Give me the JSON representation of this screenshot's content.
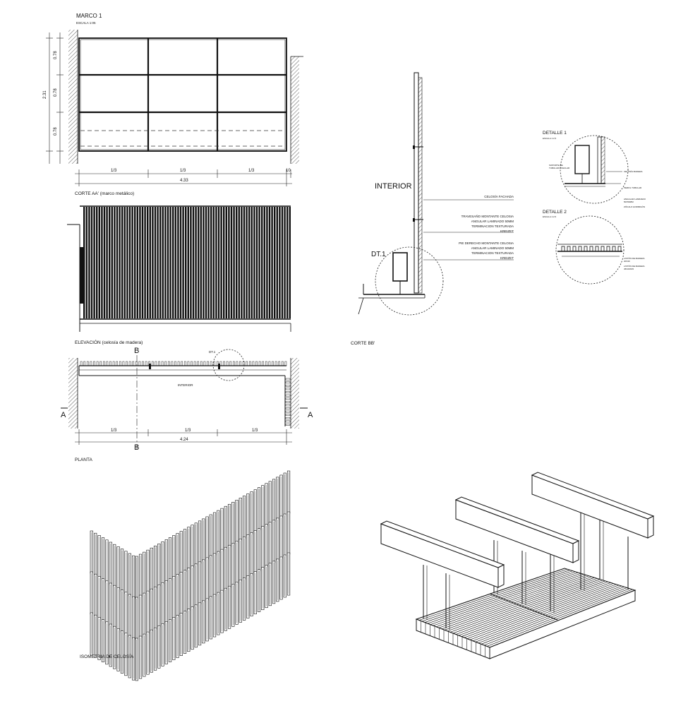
{
  "labels": {
    "marco_title": "MARCO 1",
    "marco_scale": "ESCALA 1:05",
    "corte_aa": "CORTE AA' (marco metálico)",
    "elevacion": "ELEVACIÓN (celosía de madera)",
    "planta": "PLANTA",
    "isometria": "ISOMETRIA DE CELOSÍA",
    "corte_bb": "CORTE BB'",
    "interior_big": "INTERIOR",
    "interior_small": "INTERIOR",
    "dt1_big": "DT.1",
    "dt1_small": "DT.1",
    "mark_a": "A",
    "mark_b": "B"
  },
  "marco_dims": {
    "v1": "0.78",
    "v2": "0.78",
    "v3": "0.78",
    "total_v": "2.31",
    "h1": "1/3",
    "h2": "1/3",
    "h3": "1/3",
    "end": "10",
    "total_h": "4.33"
  },
  "planta_dims": {
    "h1": "1/3",
    "h2": "1/3",
    "h3": "1/3",
    "total_h": "4.24"
  },
  "section_notes": {
    "celosia": "CELOSÍA FACHADA",
    "travesano": [
      "TRAVESAÑO MONTANTE CELOSIA",
      "ANGULAR LAMINADO 50MM",
      "TERMINACION TEXTURADA",
      "KREIZET"
    ],
    "pie": [
      "PIE DERECHO MONTANTE CELOSIA",
      "ANGULAR LAMINADO 50MM",
      "TERMINACION TEXTURADA",
      "KREIZET"
    ]
  },
  "detalle1": {
    "title": "DETALLE 1",
    "scale": "ESCALA 1:2,5",
    "left_note": [
      "SOPORTE DE",
      "TUBULAR ANGULAR"
    ],
    "notes": [
      "CELOSÍA MADERA",
      "PERFIL TUBULAR",
      "ANGULAR LAMINADO",
      "50X50MM",
      "ZÓCALO HORMIGÓN"
    ]
  },
  "detalle2": {
    "title": "DETALLE 2",
    "scale": "ESCALA 1:2,5",
    "notes": [
      "LISTÓN DE MADERA",
      "20X40",
      "LISTÓN DE MADERA",
      "45X20X45"
    ]
  }
}
